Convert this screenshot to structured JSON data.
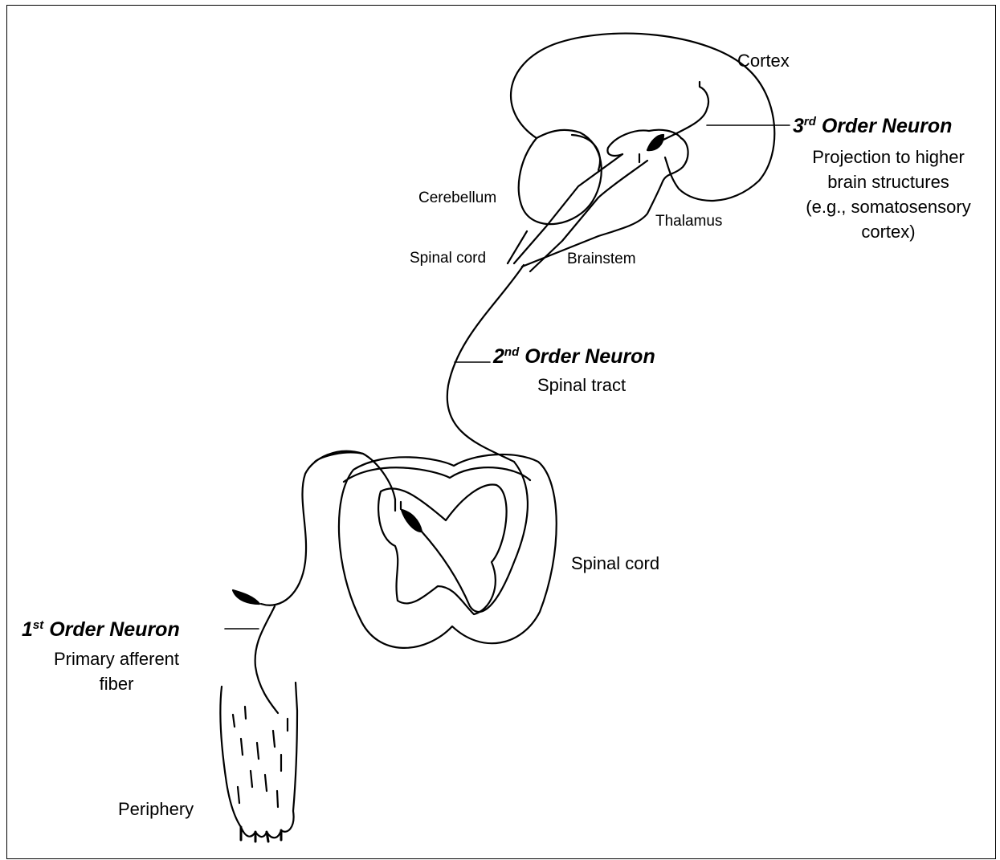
{
  "labels": {
    "cortex": "Cortex",
    "cerebellum": "Cerebellum",
    "thalamus": "Thalamus",
    "spinal_cord_top": "Spinal cord",
    "brainstem": "Brainstem",
    "spinal_cord_section": "Spinal cord",
    "periphery": "Periphery"
  },
  "neurons": {
    "third": {
      "ordinal_num": "3",
      "ordinal_suffix": "rd",
      "title": "Order Neuron",
      "desc_lines": [
        "Projection to higher",
        "brain structures",
        "(e.g., somatosensory",
        "cortex)"
      ]
    },
    "second": {
      "ordinal_num": "2",
      "ordinal_suffix": "nd",
      "title": "Order Neuron",
      "desc_lines": [
        "Spinal tract"
      ]
    },
    "first": {
      "ordinal_num": "1",
      "ordinal_suffix": "st",
      "title": "Order Neuron",
      "desc_lines": [
        "Primary afferent",
        "fiber"
      ]
    }
  }
}
